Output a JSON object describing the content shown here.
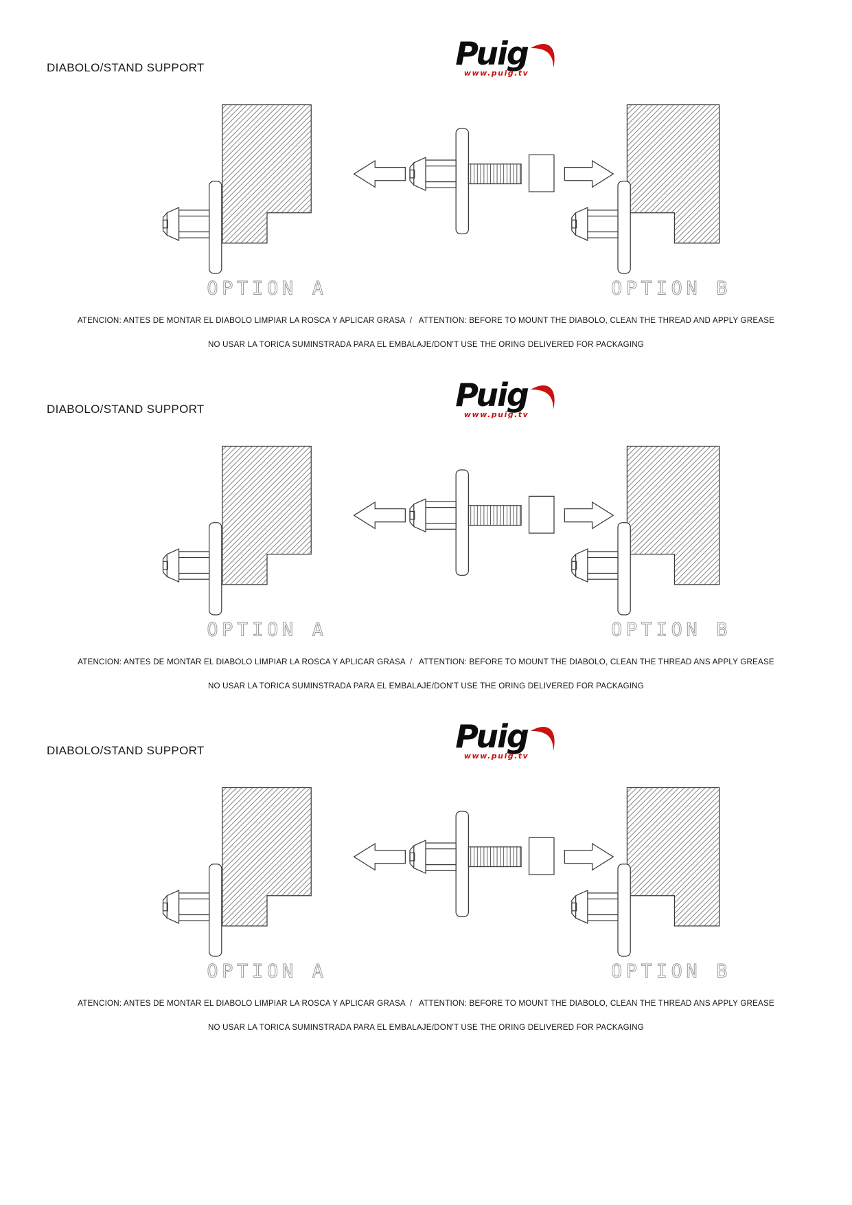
{
  "colors": {
    "logo_red": "#cc1111",
    "hatch_gray": "#6f6f6f",
    "option_gray": "#979797"
  },
  "sections": [
    {
      "title": "DIABOLO/STAND SUPPORT",
      "logo_text": "Puig",
      "logo_url": "www.puig.tv",
      "option_a": "OPTION A",
      "option_b": "OPTION B",
      "warning_line1": "ATENCION: ANTES DE MONTAR EL DIABOLO LIMPIAR LA ROSCA Y APLICAR GRASA  /   ATTENTION: BEFORE TO MOUNT THE DIABOLO, CLEAN THE THREAD AND APPLY GREASE",
      "warning_line2": "NO USAR LA TORICA SUMINSTRADA PARA EL EMBALAJE/DON'T USE THE ORING DELIVERED FOR PACKAGING"
    },
    {
      "title": "DIABOLO/STAND SUPPORT",
      "logo_text": "Puig",
      "logo_url": "www.puig.tv",
      "option_a": "OPTION A",
      "option_b": "OPTION B",
      "warning_line1": "ATENCION: ANTES DE MONTAR EL DIABOLO LIMPIAR LA ROSCA Y APLICAR GRASA  /   ATTENTION: BEFORE TO MOUNT THE DIABOLO, CLEAN THE THREAD ANS APPLY GREASE",
      "warning_line2": "NO USAR LA TORICA SUMINSTRADA PARA EL EMBALAJE/DON'T USE THE ORING DELIVERED FOR PACKAGING"
    },
    {
      "title": "DIABOLO/STAND SUPPORT",
      "logo_text": "Puig",
      "logo_url": "www.puig.tv",
      "option_a": "OPTION A",
      "option_b": "OPTION B",
      "warning_line1": "ATENCION: ANTES DE MONTAR EL DIABOLO LIMPIAR LA ROSCA Y APLICAR GRASA  /   ATTENTION: BEFORE TO MOUNT THE DIABOLO, CLEAN THE THREAD ANS APPLY GREASE",
      "warning_line2": "NO USAR LA TORICA SUMINSTRADA PARA EL EMBALAJE/DON'T USE THE ORING DELIVERED FOR PACKAGING"
    }
  ]
}
